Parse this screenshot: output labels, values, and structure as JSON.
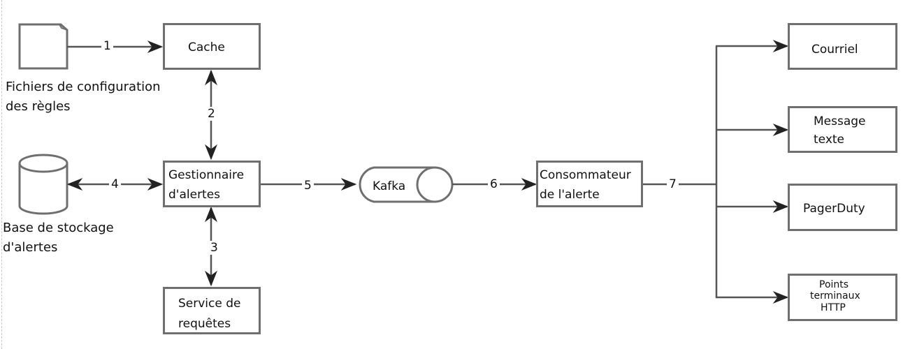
{
  "diagram": {
    "nodes": {
      "rules_files": {
        "label_line1": "Fichiers de configuration",
        "label_line2": "des règles",
        "icon": "document-icon"
      },
      "cache": {
        "label": "Cache"
      },
      "alert_store": {
        "label_line1": "Base de stockage",
        "label_line2": "d'alertes",
        "icon": "database-icon"
      },
      "alert_manager": {
        "label_line1": "Gestionnaire",
        "label_line2": "d'alertes"
      },
      "query_service": {
        "label_line1": "Service de",
        "label_line2": "requêtes"
      },
      "kafka": {
        "label": "Kafka",
        "icon": "queue-icon"
      },
      "alert_consumer": {
        "label_line1": "Consommateur",
        "label_line2": "de l'alerte"
      },
      "email": {
        "label": "Courriel"
      },
      "sms": {
        "label_line1": "Message",
        "label_line2": "texte"
      },
      "pagerduty": {
        "label": "PagerDuty"
      },
      "http": {
        "label_line1": "Points",
        "label_line2": "terminaux",
        "label_line3": "HTTP"
      }
    },
    "edges": {
      "e1": "1",
      "e2": "2",
      "e3": "3",
      "e4": "4",
      "e5": "5",
      "e6": "6",
      "e7": "7"
    },
    "colors": {
      "stroke": "#6f6f6f",
      "text": "#111111",
      "background": "#ffffff"
    }
  }
}
